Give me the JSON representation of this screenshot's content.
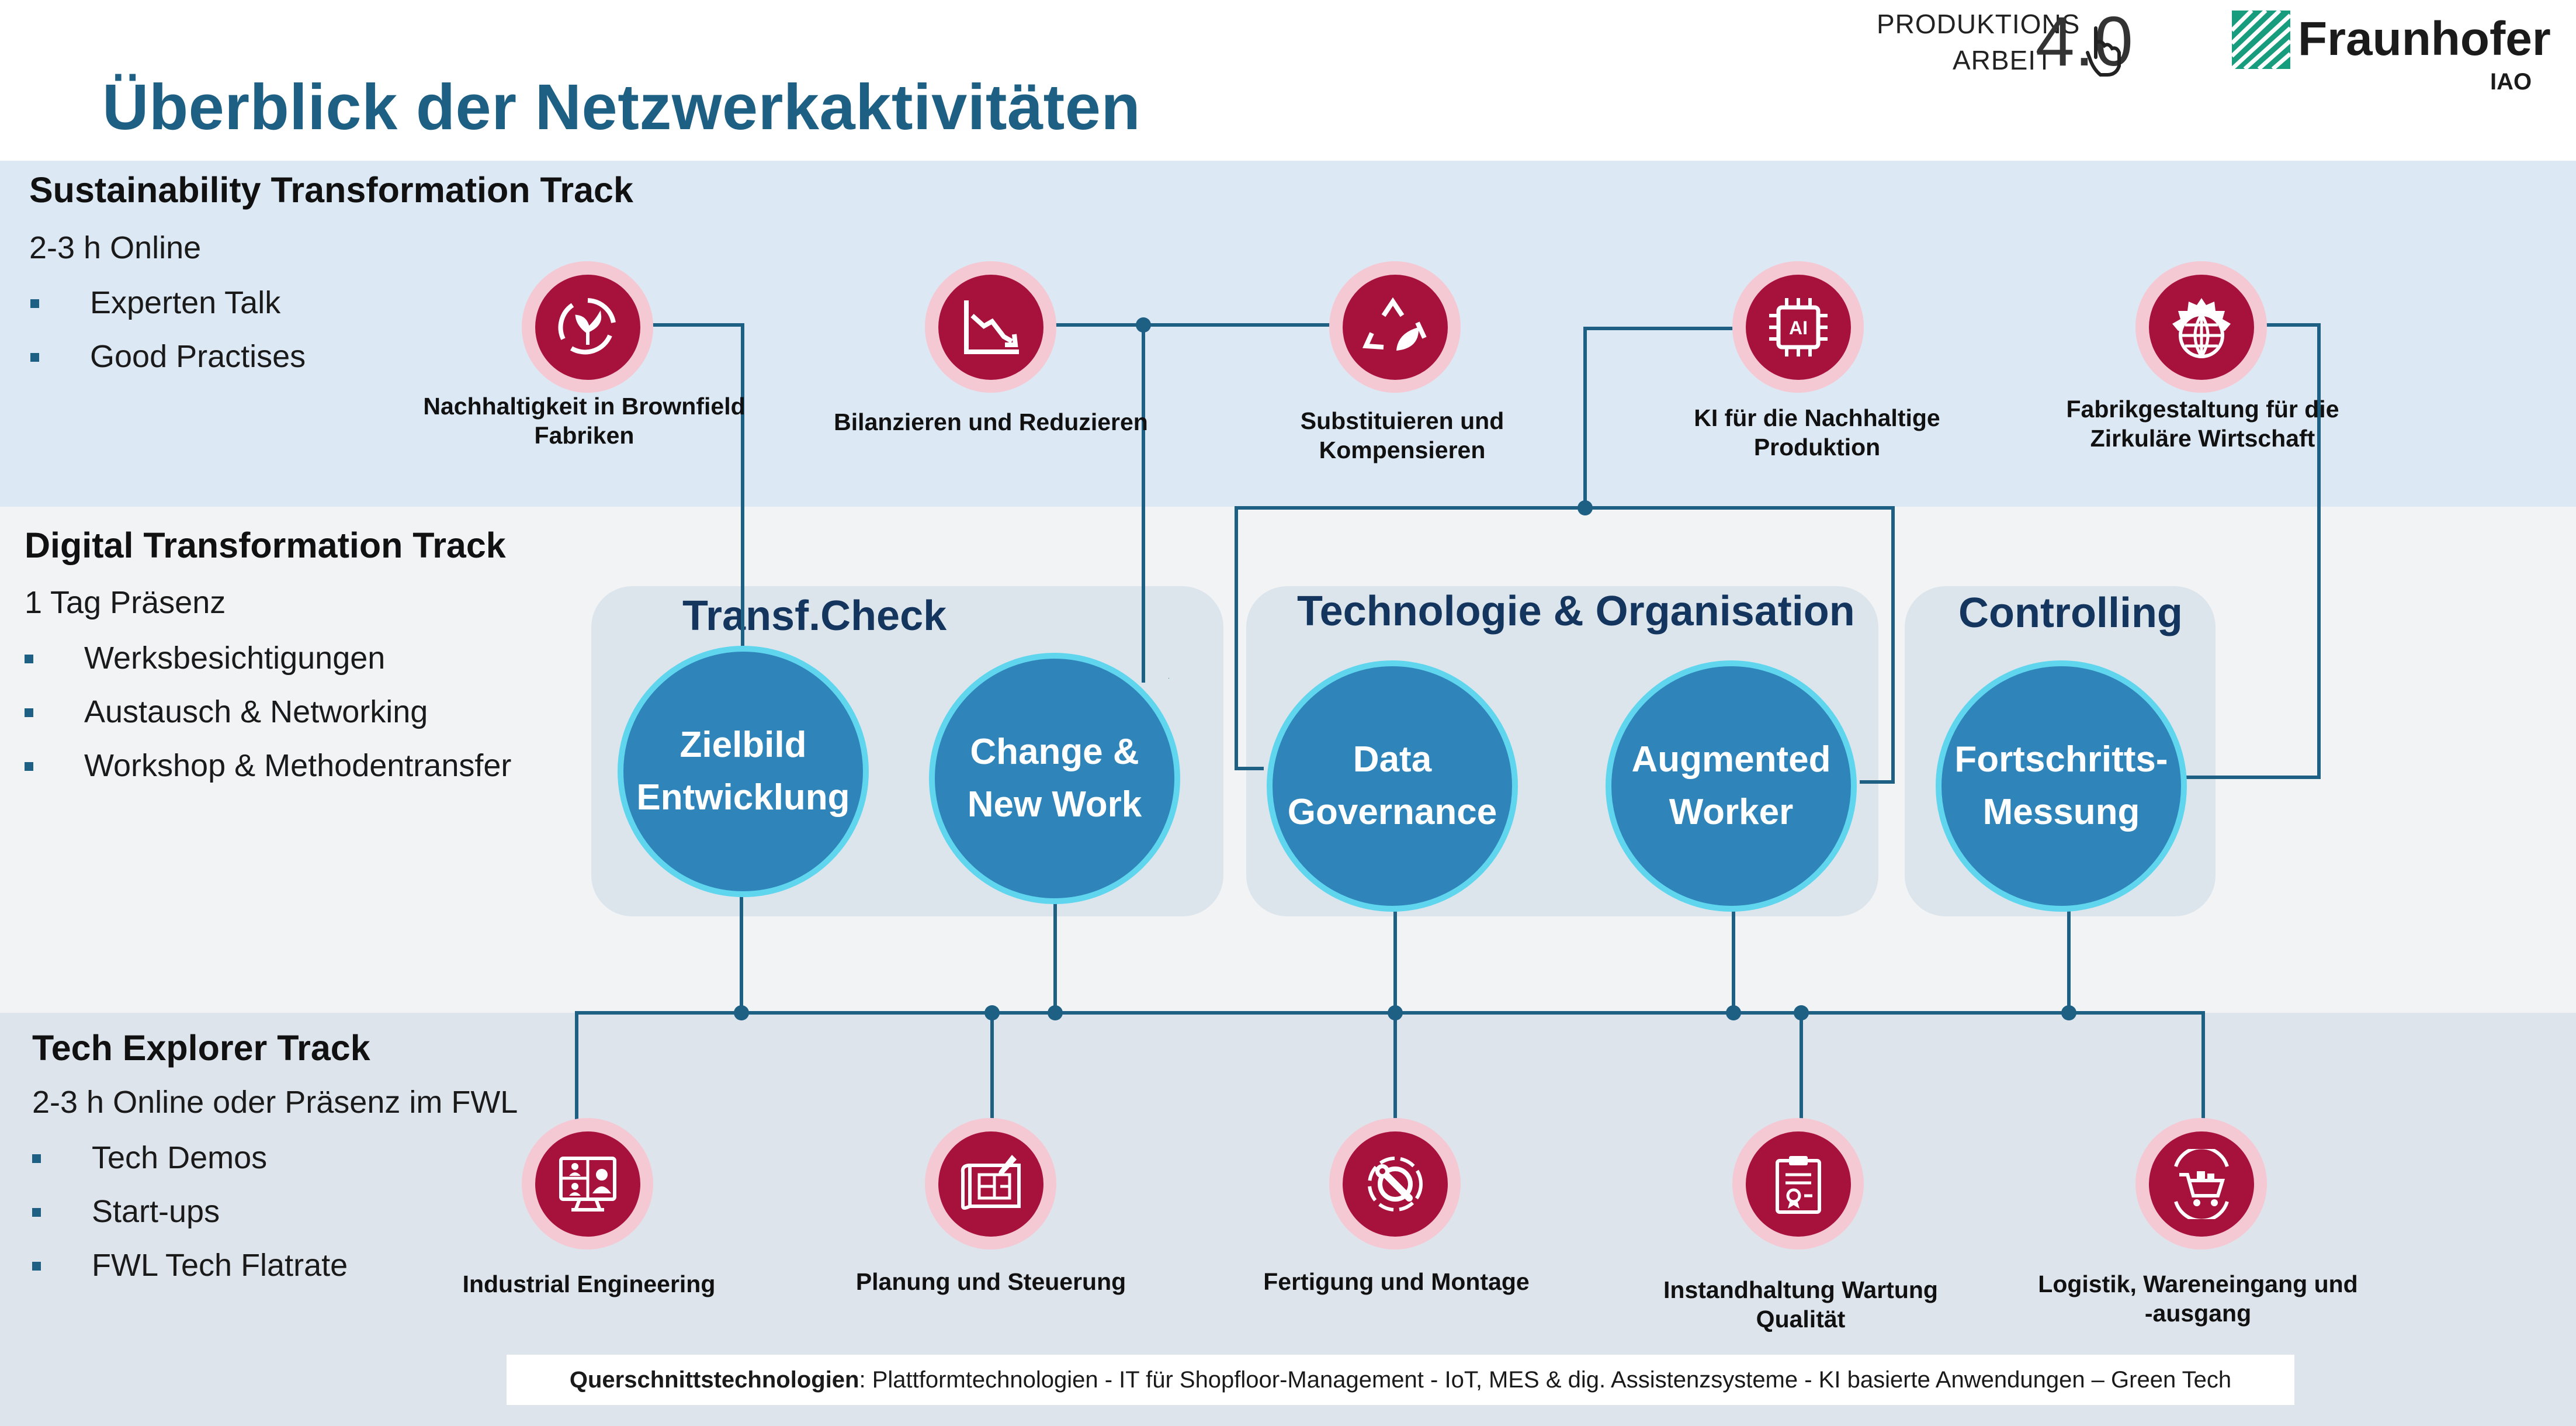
{
  "title": "Überblick der Netzwerkaktivitäten",
  "logos": {
    "produktionsarbeit_line1": "PRODUKTIONS",
    "produktionsarbeit_line2": "ARBEIT",
    "produktionsarbeit_number": "4.0",
    "fraunhofer_name": "Fraunhofer",
    "fraunhofer_sub": "IAO"
  },
  "tracks": {
    "sustainability": {
      "title": "Sustainability Transformation Track",
      "subtitle": "2-3 h Online",
      "bullets": [
        "Experten Talk",
        "Good Practises"
      ]
    },
    "digital": {
      "title": "Digital Transformation Track",
      "subtitle": "1 Tag Präsenz",
      "bullets": [
        "Werksbesichtigungen",
        "Austausch & Networking",
        "Workshop & Methodentransfer"
      ]
    },
    "tech": {
      "title": "Tech Explorer Track",
      "subtitle": "2-3 h Online oder Präsenz im FWL",
      "bullets": [
        "Tech Demos",
        "Start-ups",
        "FWL Tech Flatrate"
      ]
    }
  },
  "sustainability_topics": [
    {
      "label": "Nachhaltigkeit in Brownfield Fabriken",
      "icon": "plant-cycle-icon"
    },
    {
      "label": "Bilanzieren und Reduzieren",
      "icon": "declining-chart-icon"
    },
    {
      "label": "Substituieren und Kompensieren",
      "icon": "recycle-leaf-icon"
    },
    {
      "label": "KI für die Nachhaltige Produktion",
      "icon": "ai-chip-icon"
    },
    {
      "label": "Fabrikgestaltung für die Zirkuläre Wirtschaft",
      "icon": "gear-globe-icon"
    }
  ],
  "groups": {
    "transf": {
      "label": "Transf.Check",
      "nodes": [
        {
          "line1": "Zielbild",
          "line2": "Entwicklung"
        },
        {
          "line1": "Change &",
          "line2": "New Work"
        }
      ]
    },
    "tech_org": {
      "label": "Technologie & Organisation",
      "nodes": [
        {
          "line1": "Data",
          "line2": "Governance"
        },
        {
          "line1": "Augmented",
          "line2": "Worker"
        }
      ]
    },
    "controlling": {
      "label": "Controlling",
      "nodes": [
        {
          "line1": "Fortschritts-",
          "line2": "Messung"
        }
      ]
    }
  },
  "tech_topics": [
    {
      "label": "Industrial Engineering",
      "icon": "video-conference-icon"
    },
    {
      "label": "Planung und Steuerung",
      "icon": "blueprint-icon"
    },
    {
      "label": "Fertigung und Montage",
      "icon": "wrench-gear-icon"
    },
    {
      "label": "Instandhaltung Wartung Qualität",
      "icon": "clipboard-certificate-icon"
    },
    {
      "label": "Logistik, Wareneingang und -ausgang",
      "icon": "shopping-cart-icon"
    }
  ],
  "footer": {
    "bold": "Querschnittstechnologien",
    "text": ": Plattformtechnologien - IT für Shopfloor-Management - IoT, MES & dig. Assistenzsysteme - KI basierte Anwendungen – Green Tech"
  },
  "colors": {
    "title": "#1e5f84",
    "node_fill": "#2f85ba",
    "node_border": "#5fd6ee",
    "icon_core": "#a7123d",
    "icon_ring": "#f5c9d3",
    "connector": "#1e5f84",
    "group_label": "#14365e"
  }
}
